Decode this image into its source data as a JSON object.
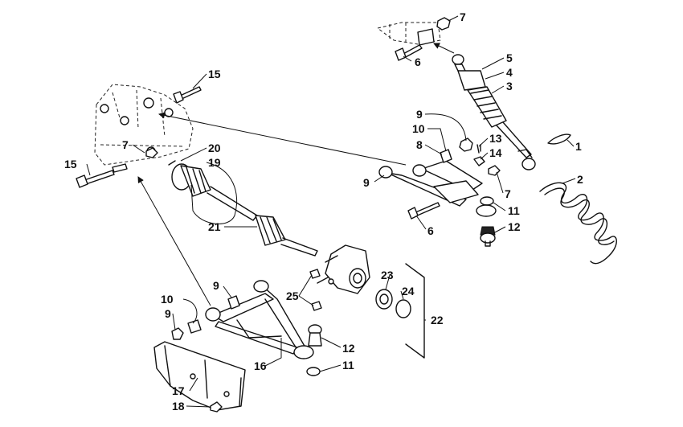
{
  "diagram": {
    "callouts": [
      {
        "id": "c1",
        "text": "1"
      },
      {
        "id": "c2",
        "text": "2"
      },
      {
        "id": "c3",
        "text": "3"
      },
      {
        "id": "c4",
        "text": "4"
      },
      {
        "id": "c5",
        "text": "5"
      },
      {
        "id": "c6a",
        "text": "6"
      },
      {
        "id": "c6b",
        "text": "6"
      },
      {
        "id": "c7a",
        "text": "7"
      },
      {
        "id": "c7b",
        "text": "7"
      },
      {
        "id": "c7c",
        "text": "7"
      },
      {
        "id": "c8",
        "text": "8"
      },
      {
        "id": "c9a",
        "text": "9"
      },
      {
        "id": "c9b",
        "text": "9"
      },
      {
        "id": "c9c",
        "text": "9"
      },
      {
        "id": "c9d",
        "text": "9"
      },
      {
        "id": "c10a",
        "text": "10"
      },
      {
        "id": "c10b",
        "text": "10"
      },
      {
        "id": "c11a",
        "text": "11"
      },
      {
        "id": "c11b",
        "text": "11"
      },
      {
        "id": "c12a",
        "text": "12"
      },
      {
        "id": "c12b",
        "text": "12"
      },
      {
        "id": "c13",
        "text": "13"
      },
      {
        "id": "c14",
        "text": "14"
      },
      {
        "id": "c15a",
        "text": "15"
      },
      {
        "id": "c15b",
        "text": "15"
      },
      {
        "id": "c16",
        "text": "16"
      },
      {
        "id": "c17",
        "text": "17"
      },
      {
        "id": "c18",
        "text": "18"
      },
      {
        "id": "c19",
        "text": "19"
      },
      {
        "id": "c20",
        "text": "20"
      },
      {
        "id": "c21",
        "text": "21"
      },
      {
        "id": "c22",
        "text": "22"
      },
      {
        "id": "c23",
        "text": "23"
      },
      {
        "id": "c24",
        "text": "24"
      },
      {
        "id": "c25",
        "text": "25"
      }
    ]
  }
}
